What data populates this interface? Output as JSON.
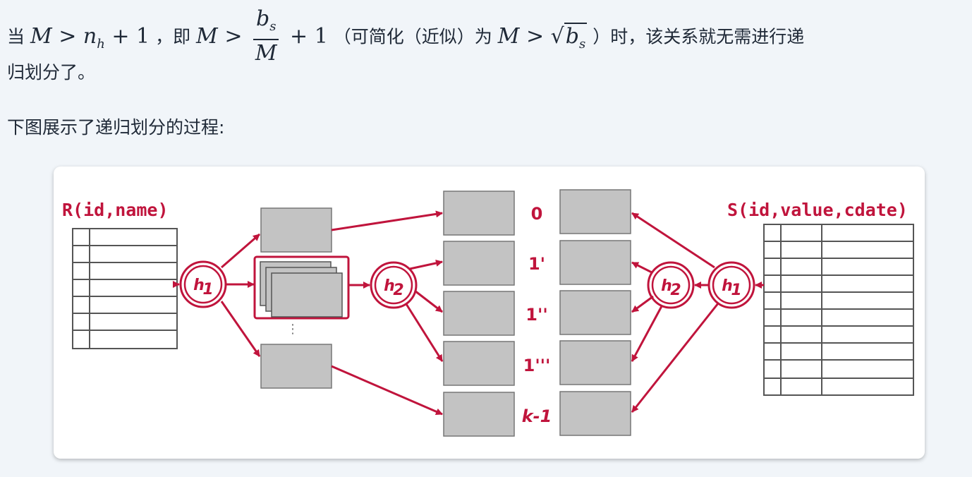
{
  "paragraph1": {
    "t1": "当 ",
    "t2": "，即 ",
    "t3": "（可简化（近似）为 ",
    "t4": "）时，该关系就无需进行递",
    "line2": "归划分了。"
  },
  "math": {
    "M": "M",
    "gt": ">",
    "n": "n",
    "h": "h",
    "plus1": "+ 1",
    "b": "b",
    "s": "s",
    "sqrt": "√"
  },
  "paragraph2": "下图展示了递归划分的过程:",
  "figure": {
    "left_table": "R(id,name)",
    "right_table": "S(id,value,cdate)",
    "hash1": "h",
    "hash2": "h",
    "sub1": "1",
    "sub2": "2",
    "ellipsis": "⋮",
    "partitions": [
      "0",
      "1'",
      "1''",
      "1'''",
      "k-1"
    ],
    "accent_color": "#c0143c",
    "box_color": "#c3c3c3"
  }
}
